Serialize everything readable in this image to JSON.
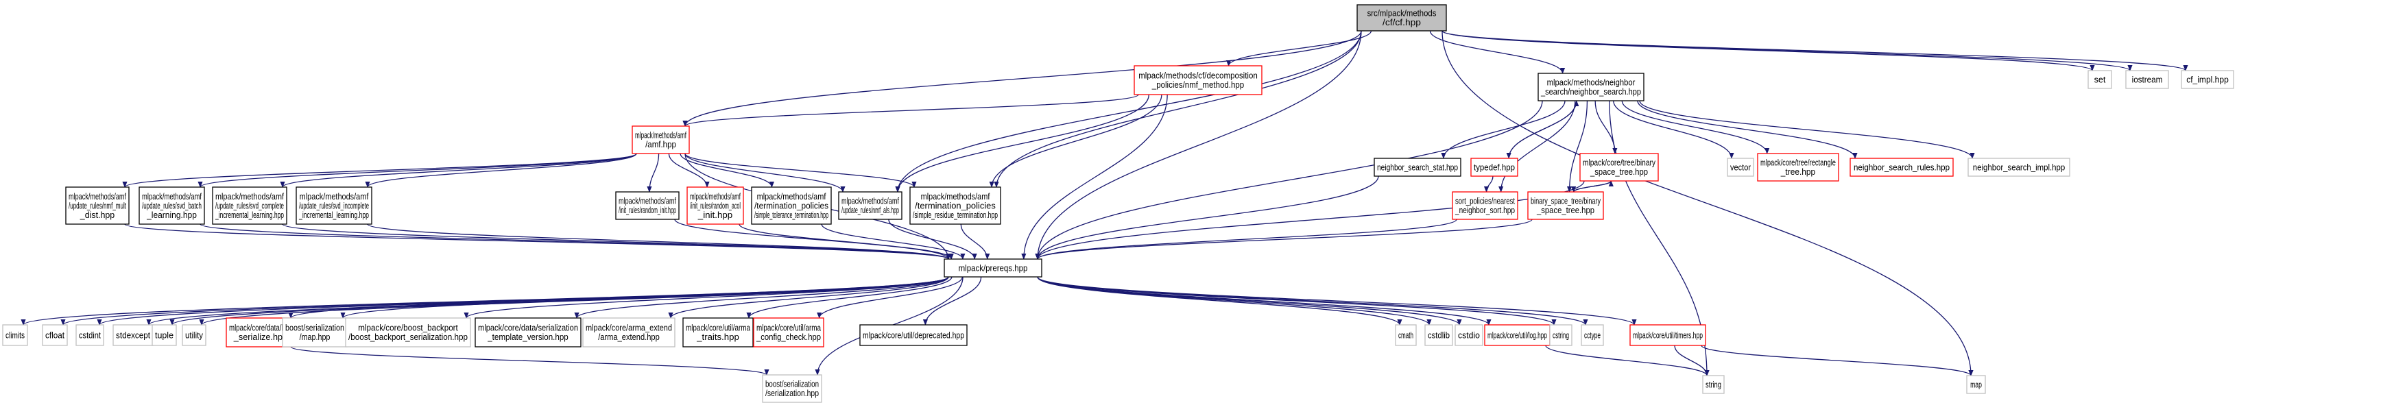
{
  "title": "Include dependency graph for cf.hpp",
  "colors": {
    "edge": "#191970",
    "root_fill": "#bfbfbf",
    "root_border": "#000000",
    "documented_border": "#000000",
    "truncated_border": "#ff0000",
    "external_border": "#bfbfbf",
    "node_fill": "#ffffff"
  },
  "nodes": [
    {
      "id": "cf",
      "lines": [
        "src/mlpack/methods",
        "/cf/cf.hpp"
      ],
      "kind": "root"
    },
    {
      "id": "nmf_method",
      "lines": [
        "mlpack/methods/cf/decomposition",
        "_policies/nmf_method.hpp"
      ],
      "kind": "truncated"
    },
    {
      "id": "neighbor_search",
      "lines": [
        "mlpack/methods/neighbor",
        "_search/neighbor_search.hpp"
      ],
      "kind": "documented"
    },
    {
      "id": "set",
      "lines": [
        "set"
      ],
      "kind": "external"
    },
    {
      "id": "iostream",
      "lines": [
        "iostream"
      ],
      "kind": "external"
    },
    {
      "id": "cf_impl",
      "lines": [
        "cf_impl.hpp"
      ],
      "kind": "external"
    },
    {
      "id": "amf",
      "lines": [
        "mlpack/methods/amf",
        "/amf.hpp"
      ],
      "kind": "truncated"
    },
    {
      "id": "ns_stat",
      "lines": [
        "neighbor_search_stat.hpp"
      ],
      "kind": "documented"
    },
    {
      "id": "typedef",
      "lines": [
        "typedef.hpp"
      ],
      "kind": "truncated"
    },
    {
      "id": "bst_core",
      "lines": [
        "mlpack/core/tree/binary",
        "_space_tree.hpp"
      ],
      "kind": "truncated"
    },
    {
      "id": "vector",
      "lines": [
        "vector"
      ],
      "kind": "external"
    },
    {
      "id": "rect_tree",
      "lines": [
        "mlpack/core/tree/rectangle",
        "_tree.hpp"
      ],
      "kind": "truncated"
    },
    {
      "id": "ns_rules",
      "lines": [
        "neighbor_search_rules.hpp"
      ],
      "kind": "truncated"
    },
    {
      "id": "ns_impl",
      "lines": [
        "neighbor_search_impl.hpp"
      ],
      "kind": "external"
    },
    {
      "id": "nmf_mult",
      "lines": [
        "mlpack/methods/amf",
        "/update_rules/nmf_mult",
        "_dist.hpp"
      ],
      "kind": "documented"
    },
    {
      "id": "svd_batch",
      "lines": [
        "mlpack/methods/amf",
        "/update_rules/svd_batch",
        "_learning.hpp"
      ],
      "kind": "documented"
    },
    {
      "id": "svd_complete",
      "lines": [
        "mlpack/methods/amf",
        "/update_rules/svd_complete",
        "_incremental_learning.hpp"
      ],
      "kind": "documented"
    },
    {
      "id": "svd_incomplete",
      "lines": [
        "mlpack/methods/amf",
        "/update_rules/svd_incomplete",
        "_incremental_learning.hpp"
      ],
      "kind": "documented"
    },
    {
      "id": "random_init",
      "lines": [
        "mlpack/methods/amf",
        "/init_rules/random_init.hpp"
      ],
      "kind": "documented"
    },
    {
      "id": "random_acol",
      "lines": [
        "mlpack/methods/amf",
        "/init_rules/random_acol",
        "_init.hpp"
      ],
      "kind": "truncated"
    },
    {
      "id": "simple_tol",
      "lines": [
        "mlpack/methods/amf",
        "/termination_policies",
        "/simple_tolerance_termination.hpp"
      ],
      "kind": "documented"
    },
    {
      "id": "nmf_als",
      "lines": [
        "mlpack/methods/amf",
        "/update_rules/nmf_als.hpp"
      ],
      "kind": "documented"
    },
    {
      "id": "simple_res",
      "lines": [
        "mlpack/methods/amf",
        "/termination_policies",
        "/simple_residue_termination.hpp"
      ],
      "kind": "documented"
    },
    {
      "id": "nn_sort",
      "lines": [
        "sort_policies/nearest",
        "_neighbor_sort.hpp"
      ],
      "kind": "truncated"
    },
    {
      "id": "bst_local",
      "lines": [
        "binary_space_tree/binary",
        "_space_tree.hpp"
      ],
      "kind": "truncated"
    },
    {
      "id": "prereqs",
      "lines": [
        "mlpack/prereqs.hpp"
      ],
      "kind": "documented"
    },
    {
      "id": "climits",
      "lines": [
        "climits"
      ],
      "kind": "external"
    },
    {
      "id": "cfloat",
      "lines": [
        "cfloat"
      ],
      "kind": "external"
    },
    {
      "id": "cstdint",
      "lines": [
        "cstdint"
      ],
      "kind": "external"
    },
    {
      "id": "stdexcept",
      "lines": [
        "stdexcept"
      ],
      "kind": "external"
    },
    {
      "id": "tuple",
      "lines": [
        "tuple"
      ],
      "kind": "external"
    },
    {
      "id": "utility",
      "lines": [
        "utility"
      ],
      "kind": "external"
    },
    {
      "id": "has_serialize",
      "lines": [
        "mlpack/core/data/has",
        "_serialize.hpp"
      ],
      "kind": "truncated"
    },
    {
      "id": "boost_map",
      "lines": [
        "boost/serialization",
        "/map.hpp"
      ],
      "kind": "external"
    },
    {
      "id": "boost_backport",
      "lines": [
        "mlpack/core/boost_backport",
        "/boost_backport_serialization.hpp"
      ],
      "kind": "external"
    },
    {
      "id": "ser_tpl_ver",
      "lines": [
        "mlpack/core/data/serialization",
        "_template_version.hpp"
      ],
      "kind": "documented"
    },
    {
      "id": "arma_extend",
      "lines": [
        "mlpack/core/arma_extend",
        "/arma_extend.hpp"
      ],
      "kind": "external"
    },
    {
      "id": "arma_traits",
      "lines": [
        "mlpack/core/util/arma",
        "_traits.hpp"
      ],
      "kind": "documented"
    },
    {
      "id": "arma_config",
      "lines": [
        "mlpack/core/util/arma",
        "_config_check.hpp"
      ],
      "kind": "truncated"
    },
    {
      "id": "deprecated",
      "lines": [
        "mlpack/core/util/deprecated.hpp"
      ],
      "kind": "documented"
    },
    {
      "id": "cmath",
      "lines": [
        "cmath"
      ],
      "kind": "external"
    },
    {
      "id": "cstdlib",
      "lines": [
        "cstdlib"
      ],
      "kind": "external"
    },
    {
      "id": "cstdio",
      "lines": [
        "cstdio"
      ],
      "kind": "external"
    },
    {
      "id": "log",
      "lines": [
        "mlpack/core/util/log.hpp"
      ],
      "kind": "truncated"
    },
    {
      "id": "cstring",
      "lines": [
        "cstring"
      ],
      "kind": "external"
    },
    {
      "id": "cctype",
      "lines": [
        "cctype"
      ],
      "kind": "external"
    },
    {
      "id": "timers",
      "lines": [
        "mlpack/core/util/timers.hpp"
      ],
      "kind": "truncated"
    },
    {
      "id": "boost_ser",
      "lines": [
        "boost/serialization",
        "/serialization.hpp"
      ],
      "kind": "external"
    },
    {
      "id": "string",
      "lines": [
        "string"
      ],
      "kind": "external"
    },
    {
      "id": "map",
      "lines": [
        "map"
      ],
      "kind": "external"
    }
  ],
  "edges": [
    [
      "cf",
      "nmf_method"
    ],
    [
      "cf",
      "neighbor_search"
    ],
    [
      "cf",
      "set"
    ],
    [
      "cf",
      "iostream"
    ],
    [
      "cf",
      "cf_impl"
    ],
    [
      "cf",
      "amf"
    ],
    [
      "cf",
      "nmf_als"
    ],
    [
      "cf",
      "simple_res"
    ],
    [
      "cf",
      "prereqs"
    ],
    [
      "cf",
      "map"
    ],
    [
      "nmf_method",
      "amf"
    ],
    [
      "nmf_method",
      "nmf_als"
    ],
    [
      "nmf_method",
      "simple_res"
    ],
    [
      "nmf_method",
      "prereqs"
    ],
    [
      "neighbor_search",
      "ns_stat"
    ],
    [
      "neighbor_search",
      "typedef"
    ],
    [
      "neighbor_search",
      "bst_core"
    ],
    [
      "neighbor_search",
      "vector"
    ],
    [
      "neighbor_search",
      "rect_tree"
    ],
    [
      "neighbor_search",
      "ns_rules"
    ],
    [
      "neighbor_search",
      "ns_impl"
    ],
    [
      "neighbor_search",
      "nn_sort"
    ],
    [
      "neighbor_search",
      "bst_local"
    ],
    [
      "neighbor_search",
      "prereqs"
    ],
    [
      "neighbor_search",
      "string"
    ],
    [
      "typedef",
      "neighbor_search"
    ],
    [
      "typedef",
      "nn_sort"
    ],
    [
      "bst_core",
      "bst_local"
    ],
    [
      "bst_local",
      "bst_core"
    ],
    [
      "bst_core",
      "prereqs"
    ],
    [
      "amf",
      "nmf_mult"
    ],
    [
      "amf",
      "svd_batch"
    ],
    [
      "amf",
      "svd_complete"
    ],
    [
      "amf",
      "svd_incomplete"
    ],
    [
      "amf",
      "random_init"
    ],
    [
      "amf",
      "random_acol"
    ],
    [
      "amf",
      "simple_tol"
    ],
    [
      "amf",
      "nmf_als"
    ],
    [
      "amf",
      "simple_res"
    ],
    [
      "amf",
      "prereqs"
    ],
    [
      "nmf_mult",
      "prereqs"
    ],
    [
      "svd_batch",
      "prereqs"
    ],
    [
      "svd_complete",
      "prereqs"
    ],
    [
      "svd_incomplete",
      "prereqs"
    ],
    [
      "random_init",
      "prereqs"
    ],
    [
      "random_acol",
      "prereqs"
    ],
    [
      "simple_tol",
      "prereqs"
    ],
    [
      "nmf_als",
      "prereqs"
    ],
    [
      "simple_res",
      "prereqs"
    ],
    [
      "ns_stat",
      "prereqs"
    ],
    [
      "nn_sort",
      "prereqs"
    ],
    [
      "bst_local",
      "prereqs"
    ],
    [
      "prereqs",
      "climits"
    ],
    [
      "prereqs",
      "cfloat"
    ],
    [
      "prereqs",
      "cstdint"
    ],
    [
      "prereqs",
      "stdexcept"
    ],
    [
      "prereqs",
      "tuple"
    ],
    [
      "prereqs",
      "utility"
    ],
    [
      "prereqs",
      "has_serialize"
    ],
    [
      "prereqs",
      "boost_map"
    ],
    [
      "prereqs",
      "boost_backport"
    ],
    [
      "prereqs",
      "ser_tpl_ver"
    ],
    [
      "prereqs",
      "arma_extend"
    ],
    [
      "prereqs",
      "arma_traits"
    ],
    [
      "prereqs",
      "arma_config"
    ],
    [
      "prereqs",
      "deprecated"
    ],
    [
      "prereqs",
      "cmath"
    ],
    [
      "prereqs",
      "cstdlib"
    ],
    [
      "prereqs",
      "cstdio"
    ],
    [
      "prereqs",
      "log"
    ],
    [
      "prereqs",
      "cstring"
    ],
    [
      "prereqs",
      "cctype"
    ],
    [
      "prereqs",
      "timers"
    ],
    [
      "prereqs",
      "boost_ser"
    ],
    [
      "has_serialize",
      "boost_ser"
    ],
    [
      "log",
      "string"
    ],
    [
      "timers",
      "string"
    ],
    [
      "timers",
      "map"
    ]
  ]
}
